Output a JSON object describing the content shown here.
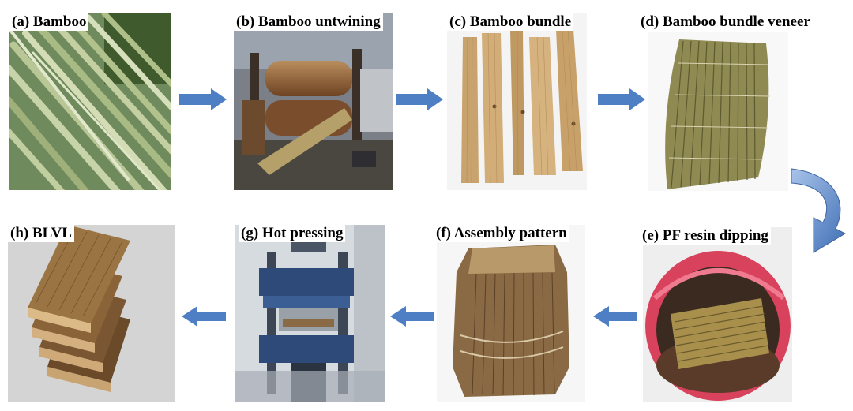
{
  "panels": [
    {
      "id": "a",
      "label": "(a) Bamboo"
    },
    {
      "id": "b",
      "label": "(b) Bamboo untwining"
    },
    {
      "id": "c",
      "label": "(c) Bamboo bundle"
    },
    {
      "id": "d",
      "label": "(d) Bamboo bundle veneer"
    },
    {
      "id": "e",
      "label": "(e) PF resin dipping"
    },
    {
      "id": "f",
      "label": "(f) Assembly pattern"
    },
    {
      "id": "g",
      "label": "(g) Hot pressing"
    },
    {
      "id": "h",
      "label": "(h) BLVL"
    }
  ],
  "colors": {
    "arrow_fill": "#4e7fc4",
    "arrow_light": "#8fb0e0",
    "bamboo_green": "#9fb27a",
    "wood_tan": "#c9a36e",
    "bucket_red": "#d9425c"
  }
}
